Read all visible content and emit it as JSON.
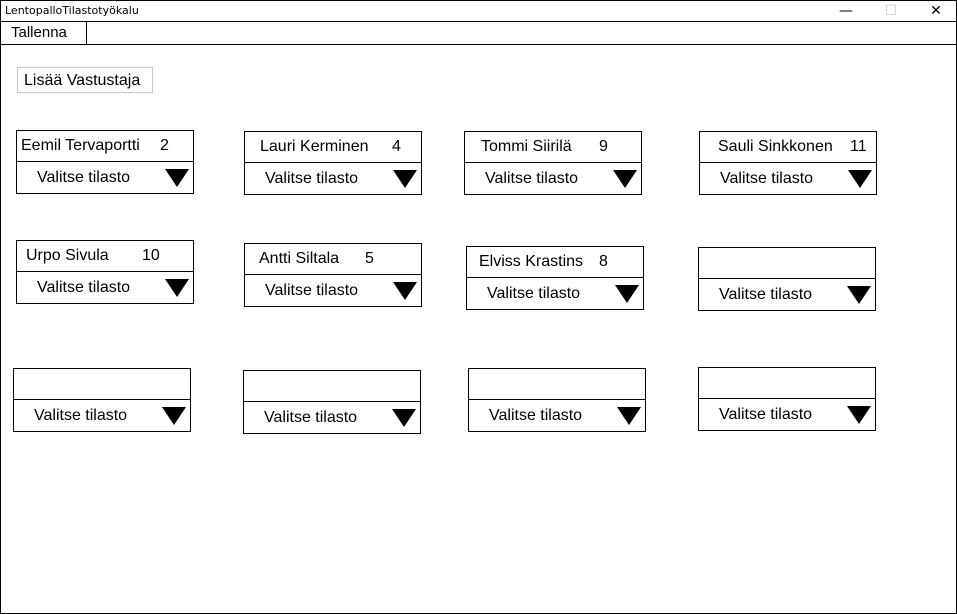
{
  "window": {
    "title": "LentopalloTilastotyökalu",
    "minimize_glyph": "—",
    "maximize_glyph": "☐",
    "close_glyph": "✕"
  },
  "menu": {
    "save_label": "Tallenna"
  },
  "add_opponent_label": "Lisää Vastustaja",
  "players": [
    {
      "name": "Eemil Tervaportti",
      "number": "2",
      "stat_placeholder": "Valitse tilasto"
    },
    {
      "name": "Lauri Kerminen",
      "number": "4",
      "stat_placeholder": "Valitse tilasto"
    },
    {
      "name": "Tommi Siirilä",
      "number": "9",
      "stat_placeholder": "Valitse tilasto"
    },
    {
      "name": "Sauli Sinkkonen",
      "number": "11",
      "stat_placeholder": "Valitse tilasto"
    },
    {
      "name": "Urpo Sivula",
      "number": "10",
      "stat_placeholder": "Valitse tilasto"
    },
    {
      "name": "Antti Siltala",
      "number": "5",
      "stat_placeholder": "Valitse tilasto"
    },
    {
      "name": "Elviss Krastins",
      "number": "8",
      "stat_placeholder": "Valitse tilasto"
    },
    {
      "name": "",
      "number": "",
      "stat_placeholder": "Valitse tilasto"
    },
    {
      "name": "",
      "number": "",
      "stat_placeholder": "Valitse tilasto"
    },
    {
      "name": "",
      "number": "",
      "stat_placeholder": "Valitse tilasto"
    },
    {
      "name": "",
      "number": "",
      "stat_placeholder": "Valitse tilasto"
    },
    {
      "name": "",
      "number": "",
      "stat_placeholder": "Valitse tilasto"
    }
  ]
}
